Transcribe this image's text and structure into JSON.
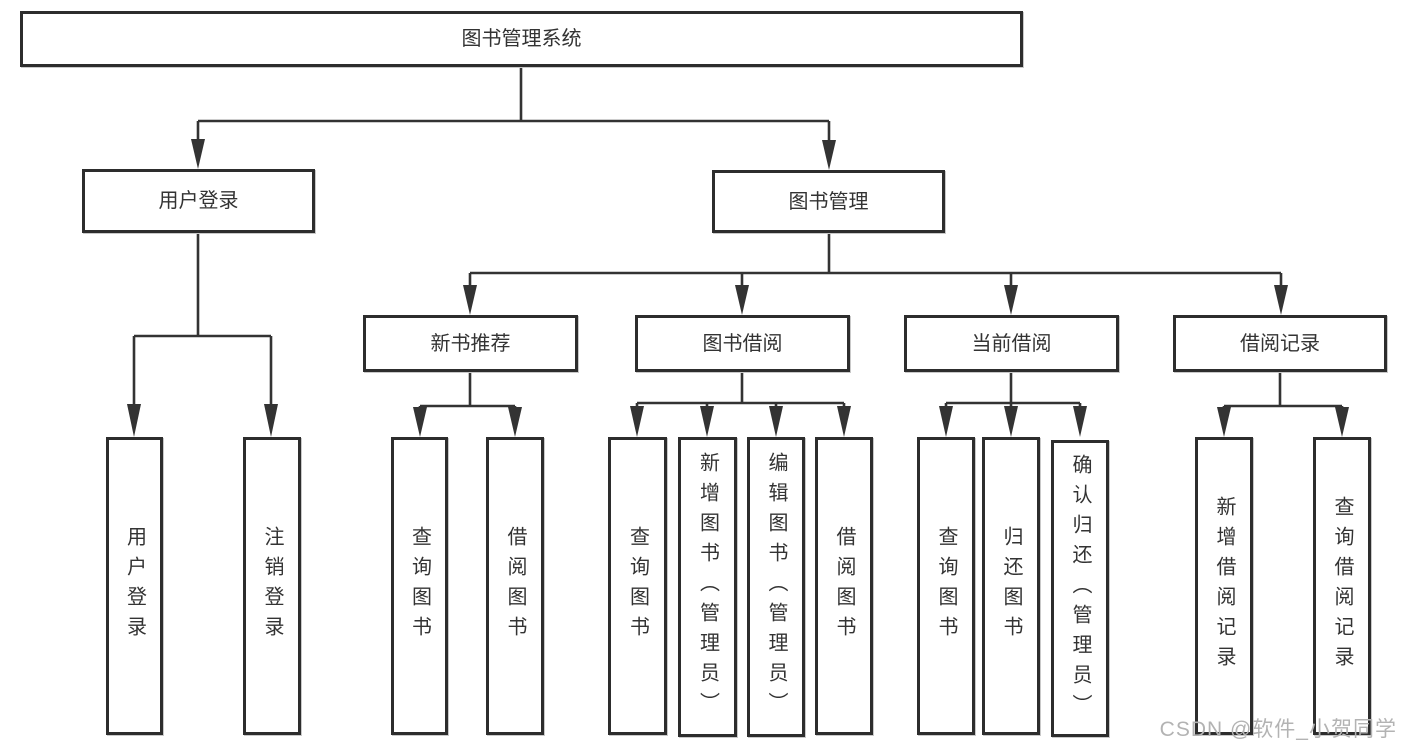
{
  "diagram_title": "图书管理系统",
  "watermark": "CSDN @软件_小贺同学",
  "nodes": {
    "root": {
      "label": "图书管理系统"
    },
    "user_login": {
      "label": "用户登录"
    },
    "book_mgmt": {
      "label": "图书管理"
    },
    "new_book_rec": {
      "label": "新书推荐"
    },
    "book_borrow": {
      "label": "图书借阅"
    },
    "current_borrow": {
      "label": "当前借阅"
    },
    "borrow_record": {
      "label": "借阅记录"
    },
    "login_user_login": {
      "label": "用户登录"
    },
    "login_logout": {
      "label": "注销登录"
    },
    "rec_query_book": {
      "label": "查询图书"
    },
    "rec_borrow_book": {
      "label": "借阅图书"
    },
    "bb_query_book": {
      "label": "查询图书"
    },
    "bb_add_book": {
      "label": "新增图书（管理员）"
    },
    "bb_edit_book": {
      "label": "编辑图书（管理员）"
    },
    "bb_borrow_book": {
      "label": "借阅图书"
    },
    "cb_query_book": {
      "label": "查询图书"
    },
    "cb_return_book": {
      "label": "归还图书"
    },
    "cb_confirm_return": {
      "label": "确认归还（管理员）"
    },
    "br_add_record": {
      "label": "新增借阅记录"
    },
    "br_query_record": {
      "label": "查询借阅记录"
    }
  },
  "hierarchy": {
    "图书管理系统": [
      "用户登录",
      "图书管理"
    ],
    "用户登录": [
      "用户登录",
      "注销登录"
    ],
    "图书管理": [
      "新书推荐",
      "图书借阅",
      "当前借阅",
      "借阅记录"
    ],
    "新书推荐": [
      "查询图书",
      "借阅图书"
    ],
    "图书借阅": [
      "查询图书",
      "新增图书（管理员）",
      "编辑图书（管理员）",
      "借阅图书"
    ],
    "当前借阅": [
      "查询图书",
      "归还图书",
      "确认归还（管理员）"
    ],
    "借阅记录": [
      "新增借阅记录",
      "查询借阅记录"
    ]
  },
  "colors": {
    "line": "#333333",
    "box_border": "#2d2d2d",
    "box_fill": "#ffffff",
    "text": "#333333",
    "watermark": "#b3b3b3",
    "background": "#ffffff"
  }
}
